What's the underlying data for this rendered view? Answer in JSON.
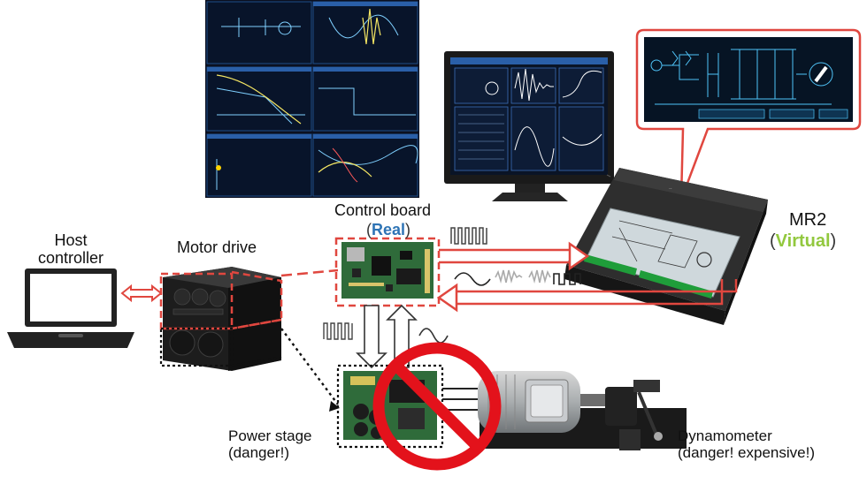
{
  "labels": {
    "host_line1": "Host",
    "host_line2": "controller",
    "motor_drive": "Motor drive",
    "control_board": "Control board",
    "real_open": "(",
    "real_word": "Real",
    "real_close": ")",
    "mr2": "MR2",
    "virtual_open": "(",
    "virtual_word": "Virtual",
    "virtual_close": ")",
    "power_line1": "Power stage",
    "power_line2": "(danger!)",
    "dyno_line1": "Dynamometer",
    "dyno_line2": "(danger! expensive!)"
  },
  "colors": {
    "accent_red": "#e0473f",
    "real_blue": "#2e74b5",
    "virtual_green": "#92c83e",
    "prohibit_red": "#e3121b",
    "screen_bg": "#0b1020"
  },
  "icons": {
    "laptop": "laptop-icon",
    "motor_drive": "motor-drive-icon",
    "control_board": "control-board-icon",
    "mr2_device": "mr2-device-icon",
    "monitor": "monitor-icon",
    "power_stage": "power-stage-icon",
    "dynamometer": "dynamometer-icon",
    "prohibit": "prohibited-icon"
  }
}
